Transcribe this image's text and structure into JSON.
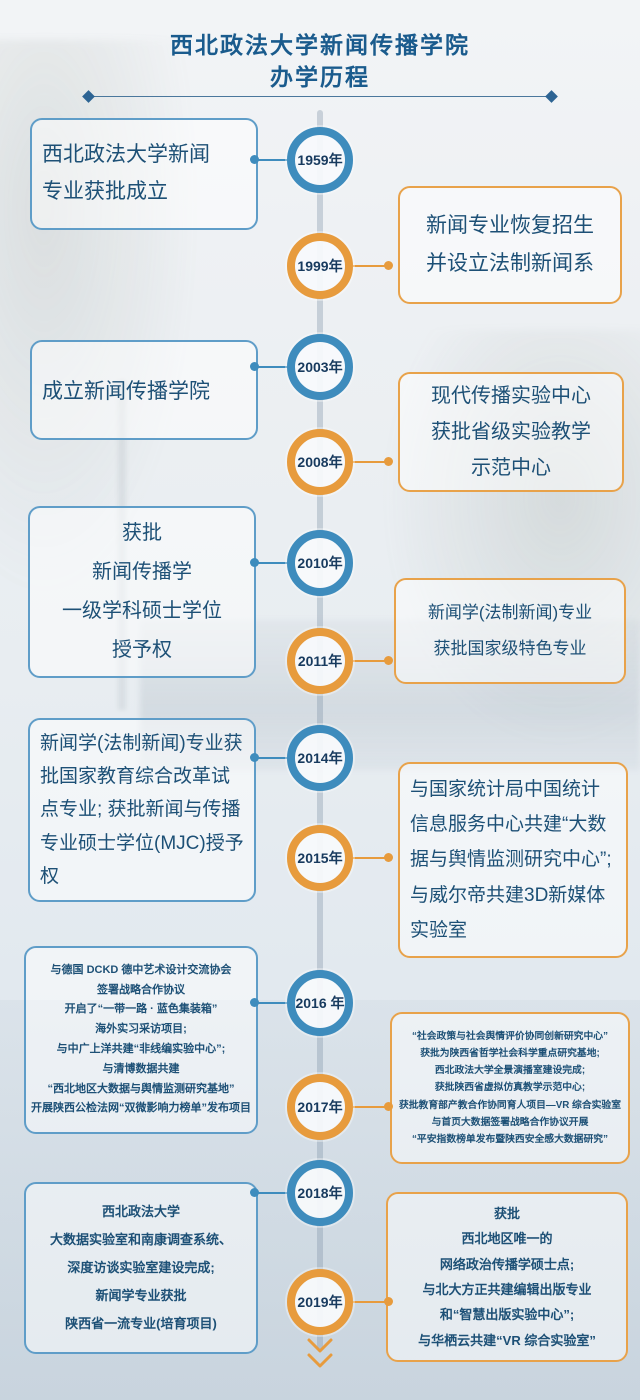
{
  "header": {
    "title_line1": "西北政法大学新闻传播学院",
    "title_line2": "办学历程"
  },
  "colors": {
    "blue": "#3e8cbd",
    "orange": "#e79b3d",
    "title": "#1a5b8d",
    "text": "#1d5076"
  },
  "events": [
    {
      "year": "1959年",
      "side": "left",
      "color": "blue",
      "lines": [
        "西北政法大学新闻",
        "专业获批成立"
      ]
    },
    {
      "year": "1999年",
      "side": "right",
      "color": "orange",
      "lines": [
        "新闻专业恢复招生",
        "并设立法制新闻系"
      ]
    },
    {
      "year": "2003年",
      "side": "left",
      "color": "blue",
      "lines": [
        "成立新闻传播学院"
      ]
    },
    {
      "year": "2008年",
      "side": "right",
      "color": "orange",
      "lines": [
        "现代传播实验中心",
        "获批省级实验教学",
        "示范中心"
      ]
    },
    {
      "year": "2010年",
      "side": "left",
      "color": "blue",
      "lines": [
        "获批",
        "新闻传播学",
        "一级学科硕士学位",
        "授予权"
      ]
    },
    {
      "year": "2011年",
      "side": "right",
      "color": "orange",
      "lines": [
        "新闻学(法制新闻)专业",
        "获批国家级特色专业"
      ]
    },
    {
      "year": "2014年",
      "side": "left",
      "color": "blue",
      "lines": [
        "新闻学(法制新闻)专业获批国家教育综合改革试点专业; 获批新闻与传播专业硕士学位(MJC)授予权"
      ]
    },
    {
      "year": "2015年",
      "side": "right",
      "color": "orange",
      "lines": [
        "与国家统计局中国统计信息服务中心共建“大数据与舆情监测研究中心”;与威尔帝共建3D新媒体实验室"
      ]
    },
    {
      "year": "2016 年",
      "side": "left",
      "color": "blue",
      "lines": [
        "与德国 DCKD 德中艺术设计交流协会",
        "签署战略合作协议",
        "开启了“一带一路 · 蓝色集装箱”",
        "海外实习采访项目;",
        "与中广上洋共建“非线编实验中心”;",
        "与清博数据共建",
        "“西北地区大数据与舆情监测研究基地”",
        "开展陕西公检法网“双微影响力榜单”发布项目"
      ]
    },
    {
      "year": "2017年",
      "side": "right",
      "color": "orange",
      "lines": [
        "“社会政策与社会舆情评价协同创新研究中心”",
        "获批为陕西省哲学社会科学重点研究基地;",
        "西北政法大学全景演播室建设完成;",
        "获批陕西省虚拟仿真教学示范中心;",
        "获批教育部产教合作协同育人项目—VR 综合实验室",
        "与首页大数据签署战略合作协议开展",
        "“平安指数榜单发布暨陕西安全感大数据研究”"
      ]
    },
    {
      "year": "2018年",
      "side": "left",
      "color": "blue",
      "lines": [
        "西北政法大学",
        "大数据实验室和南康调查系统、",
        "深度访谈实验室建设完成;",
        "新闻学专业获批",
        "陕西省一流专业(培育项目)"
      ]
    },
    {
      "year": "2019年",
      "side": "right",
      "color": "orange",
      "lines": [
        "获批",
        "西北地区唯一的",
        "网络政治传播学硕士点;",
        "与北大方正共建编辑出版专业",
        "和“智慧出版实验中心”;",
        "与华栖云共建“VR 综合实验室”"
      ]
    }
  ]
}
